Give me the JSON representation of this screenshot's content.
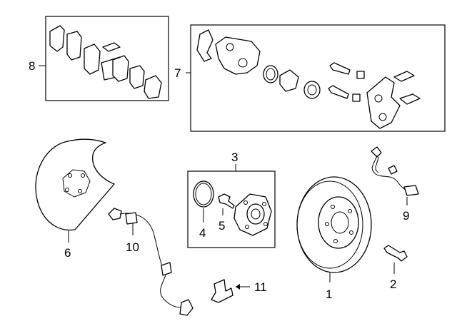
{
  "callouts": {
    "c1": "1",
    "c2": "2",
    "c3": "3",
    "c4": "4",
    "c5": "5",
    "c6": "6",
    "c7": "7",
    "c8": "8",
    "c9": "9",
    "c10": "10",
    "c11": "11"
  },
  "parts": [
    {
      "callout": "1",
      "part": "brake-rotor"
    },
    {
      "callout": "2",
      "part": "rotor-bolt"
    },
    {
      "callout": "3",
      "part": "hub-bearing-assembly"
    },
    {
      "callout": "4",
      "part": "o-ring"
    },
    {
      "callout": "5",
      "part": "wheel-stud"
    },
    {
      "callout": "6",
      "part": "splash-shield"
    },
    {
      "callout": "7",
      "part": "caliper-assembly"
    },
    {
      "callout": "8",
      "part": "brake-pad-set"
    },
    {
      "callout": "9",
      "part": "brake-hose"
    },
    {
      "callout": "10",
      "part": "abs-sensor"
    },
    {
      "callout": "11",
      "part": "hose-bracket"
    }
  ]
}
